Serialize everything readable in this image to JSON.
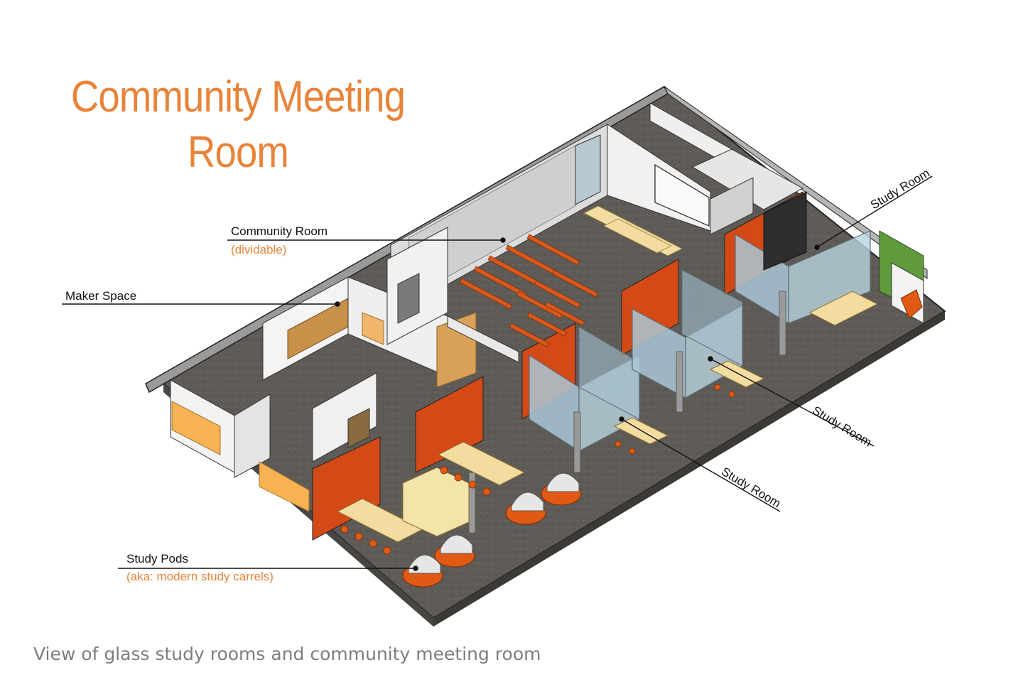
{
  "title": {
    "line1": "Community Meeting",
    "line2": "Room"
  },
  "labels": {
    "community_room": "Community Room",
    "community_room_sub": "(dividable)",
    "maker_space": "Maker Space",
    "study_pods": "Study Pods",
    "study_pods_sub": "(aka: modern study carrels)",
    "study_room_a": "Study Room",
    "study_room_b": "Study Room",
    "study_room_c": "Study Room"
  },
  "caption": "View of glass study rooms and community meeting room",
  "colors": {
    "accent": "#e8843a",
    "accent_wall": "#d44a16",
    "floor": "#5c5955",
    "wall": "#f2f2f2",
    "glass": "#a9c7d6",
    "wood": "#c9904a",
    "tabletop": "#f3dca0",
    "green_wall": "#5f9a3d"
  }
}
